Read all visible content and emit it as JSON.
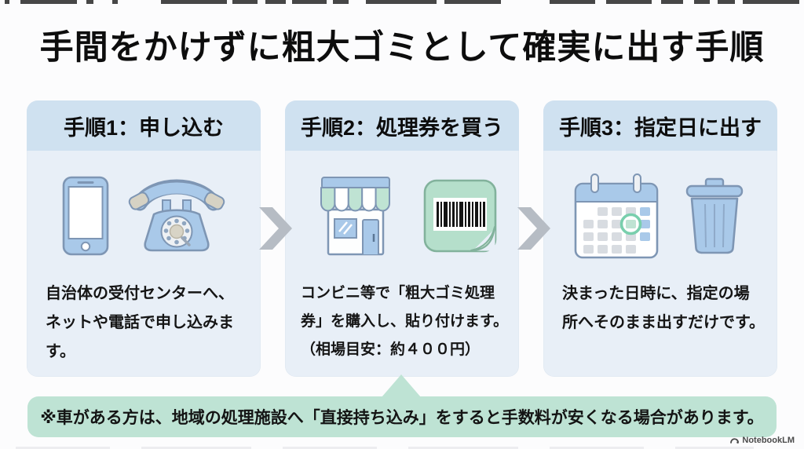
{
  "title": "手間をかけずに粗大ゴミとして確実に出す手順",
  "steps": [
    {
      "header": "手順1：申し込む",
      "body_lines": [
        "自治体の受付センターへ、",
        "ネットや電話で申し込みま",
        "す。"
      ],
      "icons": [
        "smartphone-icon",
        "rotary-phone-icon"
      ]
    },
    {
      "header": "手順2：処理券を買う",
      "body_lines": [
        "コンビニ等で「粗大ゴミ処理",
        "券」を購入し、貼り付けます。",
        "（相場目安：約４００円）"
      ],
      "icons": [
        "store-icon",
        "barcode-ticket-icon"
      ]
    },
    {
      "header": "手順3：指定日に出す",
      "body_lines": [
        "決まった日時に、指定の場",
        "所へそのまま出すだけです。"
      ],
      "icons": [
        "calendar-icon",
        "trash-can-icon"
      ]
    }
  ],
  "note": "※車がある方は、地域の処理施設へ「直接持ち込み」をすると手数料が安くなる場合があります。",
  "watermark": "NotebookLM",
  "colors": {
    "card_header_bg": "#cfe1f0",
    "card_body_bg": "#e8eff7",
    "banner_bg": "#bee3d4",
    "icon_blue": "#a9c9e9",
    "icon_outline": "#7e96b4",
    "icon_green": "#bfe3d3",
    "arrow_gray": "#b6bcc4",
    "text_color": "#111111"
  }
}
